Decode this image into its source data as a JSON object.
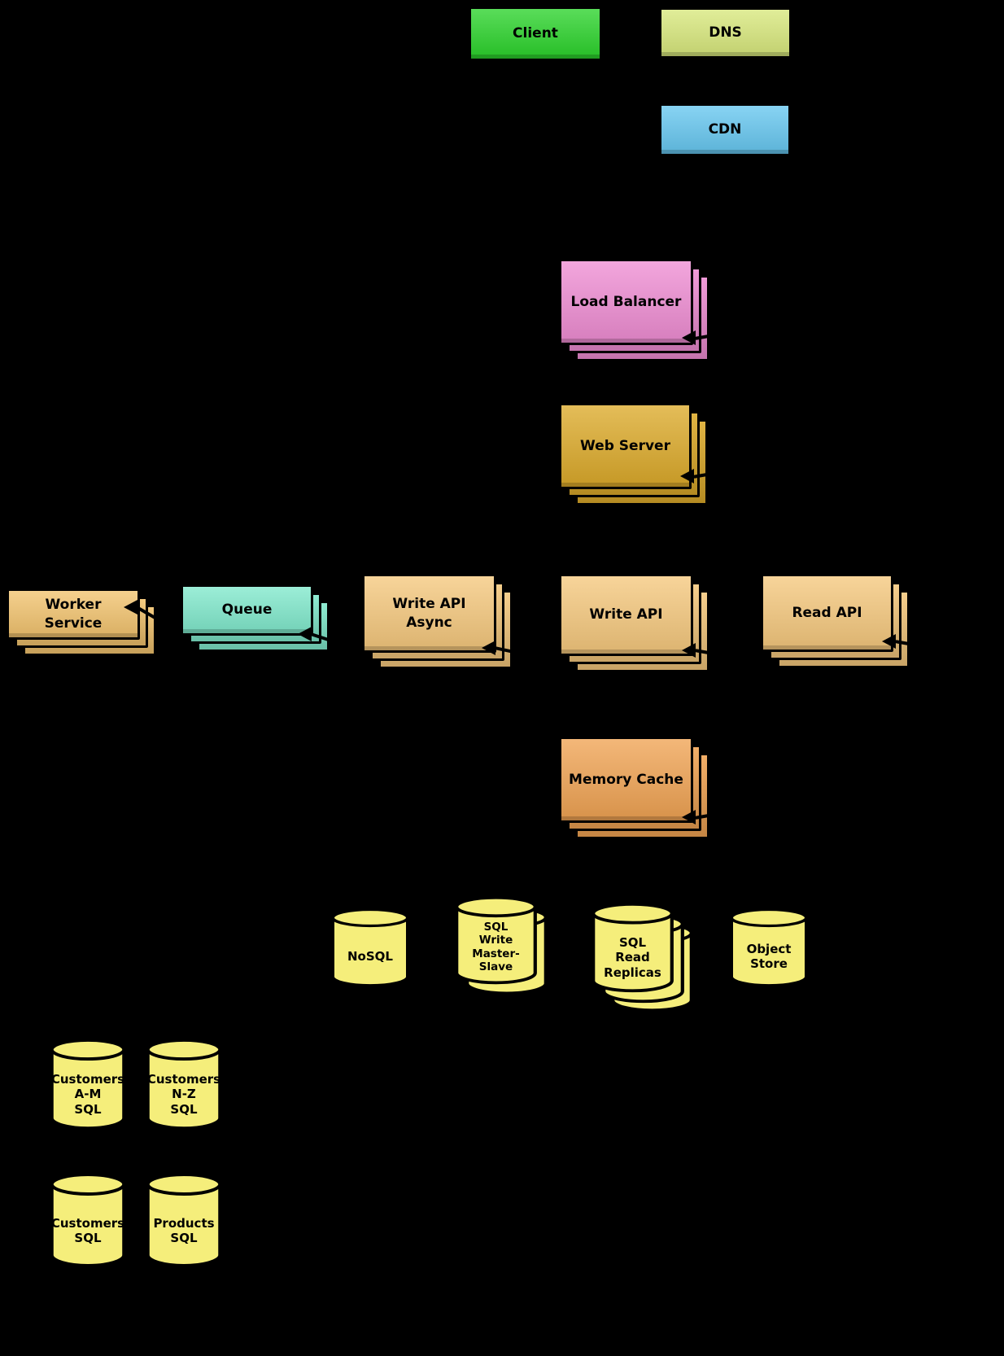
{
  "diagram": {
    "background_color": "#000000",
    "connector_color": "#000000",
    "nodes": {
      "client": {
        "label": "Client",
        "color": "#2bd32b",
        "type": "box"
      },
      "dns": {
        "label": "DNS",
        "color": "#d8e87c",
        "type": "box"
      },
      "cdn": {
        "label": "CDN",
        "color": "#66c7f0",
        "type": "box"
      },
      "load_balancer": {
        "label": "Load Balancer",
        "color": "#ef8dd3",
        "type": "box-stack"
      },
      "web_server": {
        "label": "Web Server",
        "color": "#dcaa2a",
        "type": "box-stack"
      },
      "worker_service": {
        "label": "Worker\nService",
        "color": "#f2c36e",
        "type": "box-stack"
      },
      "queue": {
        "label": "Queue",
        "color": "#80e9cc",
        "type": "box-stack"
      },
      "write_api_async": {
        "label": "Write API\nAsync",
        "color": "#f5c87d",
        "type": "box-stack"
      },
      "write_api": {
        "label": "Write API",
        "color": "#f5c87d",
        "type": "box-stack"
      },
      "read_api": {
        "label": "Read API",
        "color": "#f5c87d",
        "type": "box-stack"
      },
      "memory_cache": {
        "label": "Memory Cache",
        "color": "#f0a353",
        "type": "box-stack"
      },
      "nosql": {
        "label": "NoSQL",
        "color": "#f5ee7b",
        "type": "cylinder"
      },
      "sql_write_master_slave": {
        "label": "SQL\nWrite\nMaster-\nSlave",
        "color": "#f5ee7b",
        "type": "cylinder-stack"
      },
      "sql_read_replicas": {
        "label": "SQL\nRead\nReplicas",
        "color": "#f5ee7b",
        "type": "cylinder-stack"
      },
      "object_store": {
        "label": "Object\nStore",
        "color": "#f5ee7b",
        "type": "cylinder"
      },
      "customers_am_sql": {
        "label": "Customers\nA-M\nSQL",
        "color": "#f5ee7b",
        "type": "cylinder"
      },
      "customers_nz_sql": {
        "label": "Customers\nN-Z\nSQL",
        "color": "#f5ee7b",
        "type": "cylinder"
      },
      "customers_sql": {
        "label": "Customers\nSQL",
        "color": "#f5ee7b",
        "type": "cylinder"
      },
      "products_sql": {
        "label": "Products\nSQL",
        "color": "#f5ee7b",
        "type": "cylinder"
      }
    }
  }
}
